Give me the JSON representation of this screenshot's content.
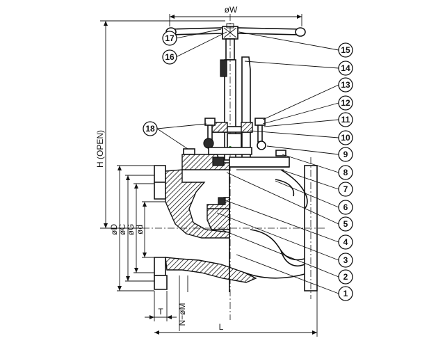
{
  "dimensions": {
    "w": "øW",
    "h": "H (OPEN)",
    "l": "L",
    "t": "T",
    "nm": "N−øM",
    "d_flange": "øD",
    "c": "øC",
    "g": "øG",
    "d_bore": "ød"
  },
  "callouts": [
    "1",
    "2",
    "3",
    "4",
    "5",
    "6",
    "7",
    "8",
    "9",
    "10",
    "11",
    "12",
    "13",
    "14",
    "15",
    "16",
    "17",
    "18"
  ]
}
